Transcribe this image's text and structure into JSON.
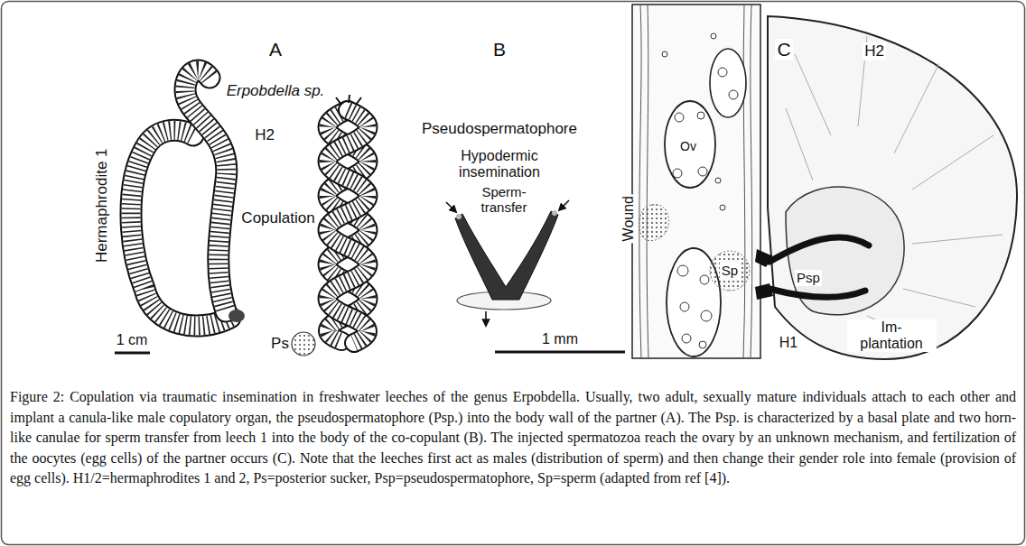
{
  "diagram": {
    "caption": "Figure 2: Copulation via traumatic insemination in freshwater leeches of the genus Erpobdella. Usually, two adult, sexually mature individuals attach to each other and implant a canula-like male copulatory organ, the pseudospermatophore (Psp.) into the body wall of the partner (A). The Psp. is characterized by a basal plate and two horn-like canulae for sperm transfer from leech 1 into the body of the co-copulant (B). The injected spermatozoa reach the ovary by an unknown mechanism, and fertilization of the oocytes (egg cells) of the partner occurs (C). Note that the leeches first act as males (distribution of sperm) and then change their gender role into female (provision of egg cells). H1/2=hermaphrodites 1 and 2, Ps=posterior sucker, Psp=pseudospermatophore, Sp=sperm (adapted from ref [4]).",
    "labels": [
      "A",
      "Erpobdella sp.",
      "H2",
      "Hermaphrodite 1",
      "Copulation",
      "1 cm",
      "Ps",
      "B",
      "Pseudospermatophore",
      "Hypodermic insemination",
      "Sperm- transfer",
      "1 mm",
      "C",
      "H2",
      "Wound",
      "Ov",
      "Sp",
      "Psp",
      "H1",
      "Im- plantation"
    ]
  }
}
